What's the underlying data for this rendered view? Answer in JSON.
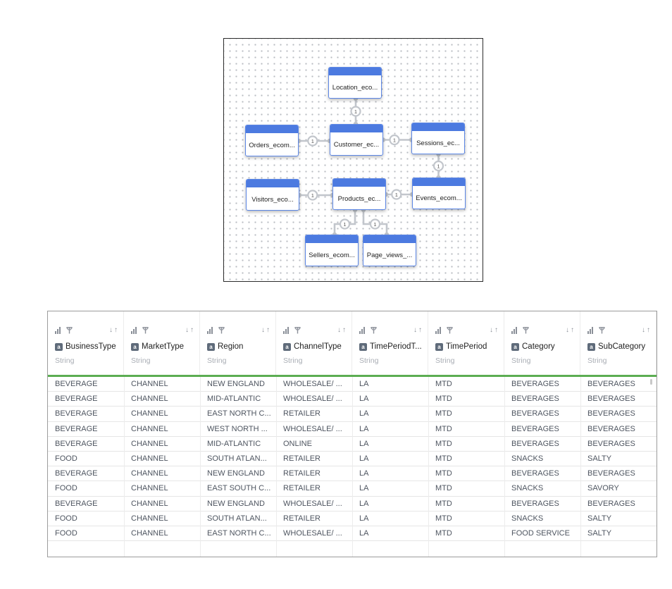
{
  "diagram": {
    "nodes": [
      {
        "id": "location",
        "label": "Location_eco..."
      },
      {
        "id": "orders",
        "label": "Orders_ecom..."
      },
      {
        "id": "customer",
        "label": "Customer_ec..."
      },
      {
        "id": "sessions",
        "label": "Sessions_ec..."
      },
      {
        "id": "visitors",
        "label": "Visitors_eco..."
      },
      {
        "id": "products",
        "label": "Products_ec..."
      },
      {
        "id": "events",
        "label": "Events_ecom..."
      },
      {
        "id": "sellers",
        "label": "Sellers_ecom..."
      },
      {
        "id": "pageviews",
        "label": "Page_views_..."
      }
    ],
    "edges": [
      {
        "from": "location",
        "to": "customer",
        "cardinality": "1"
      },
      {
        "from": "orders",
        "to": "customer",
        "cardinality": "1"
      },
      {
        "from": "customer",
        "to": "sessions",
        "cardinality": "1"
      },
      {
        "from": "sessions",
        "to": "events",
        "cardinality": "1"
      },
      {
        "from": "visitors",
        "to": "products",
        "cardinality": "1"
      },
      {
        "from": "products",
        "to": "events",
        "cardinality": "1"
      },
      {
        "from": "products",
        "to": "sellers",
        "cardinality": "1"
      },
      {
        "from": "products",
        "to": "pageviews",
        "cardinality": "1"
      }
    ],
    "colors": {
      "node_header": "#4c7ae0",
      "node_border": "#5b86e5",
      "link": "#c2c6cc"
    }
  },
  "table": {
    "type_badge": "a",
    "columns": [
      {
        "name": "BusinessType",
        "type": "String"
      },
      {
        "name": "MarketType",
        "type": "String"
      },
      {
        "name": "Region",
        "type": "String"
      },
      {
        "name": "ChannelType",
        "type": "String"
      },
      {
        "name": "TimePeriodT...",
        "type": "String"
      },
      {
        "name": "TimePeriod",
        "type": "String"
      },
      {
        "name": "Category",
        "type": "String"
      },
      {
        "name": "SubCategory",
        "type": "String"
      }
    ],
    "column_icons": [
      "bar-chart-icon",
      "filter-icon",
      "sort-ascending-icon",
      "sort-descending-icon"
    ],
    "sort_glyphs": "↓↑",
    "rows": [
      [
        "BEVERAGE",
        "CHANNEL",
        "NEW ENGLAND",
        "WHOLESALE/ ...",
        "LA",
        "MTD",
        "BEVERAGES",
        "BEVERAGES"
      ],
      [
        "BEVERAGE",
        "CHANNEL",
        "MID-ATLANTIC",
        "WHOLESALE/ ...",
        "LA",
        "MTD",
        "BEVERAGES",
        "BEVERAGES"
      ],
      [
        "BEVERAGE",
        "CHANNEL",
        "EAST NORTH C...",
        "RETAILER",
        "LA",
        "MTD",
        "BEVERAGES",
        "BEVERAGES"
      ],
      [
        "BEVERAGE",
        "CHANNEL",
        "WEST NORTH ...",
        "WHOLESALE/ ...",
        "LA",
        "MTD",
        "BEVERAGES",
        "BEVERAGES"
      ],
      [
        "BEVERAGE",
        "CHANNEL",
        "MID-ATLANTIC",
        "ONLINE",
        "LA",
        "MTD",
        "BEVERAGES",
        "BEVERAGES"
      ],
      [
        "FOOD",
        "CHANNEL",
        "SOUTH ATLAN...",
        "RETAILER",
        "LA",
        "MTD",
        "SNACKS",
        "SALTY"
      ],
      [
        "BEVERAGE",
        "CHANNEL",
        "NEW ENGLAND",
        "RETAILER",
        "LA",
        "MTD",
        "BEVERAGES",
        "BEVERAGES"
      ],
      [
        "FOOD",
        "CHANNEL",
        "EAST SOUTH C...",
        "RETAILER",
        "LA",
        "MTD",
        "SNACKS",
        "SAVORY"
      ],
      [
        "BEVERAGE",
        "CHANNEL",
        "NEW ENGLAND",
        "WHOLESALE/ ...",
        "LA",
        "MTD",
        "BEVERAGES",
        "BEVERAGES"
      ],
      [
        "FOOD",
        "CHANNEL",
        "SOUTH ATLAN...",
        "RETAILER",
        "LA",
        "MTD",
        "SNACKS",
        "SALTY"
      ],
      [
        "FOOD",
        "CHANNEL",
        "EAST NORTH C...",
        "WHOLESALE/ ...",
        "LA",
        "MTD",
        "FOOD SERVICE",
        "SALTY"
      ]
    ],
    "colors": {
      "header_rule": "#5cad52",
      "type_badge": "#5f6b7a"
    }
  }
}
